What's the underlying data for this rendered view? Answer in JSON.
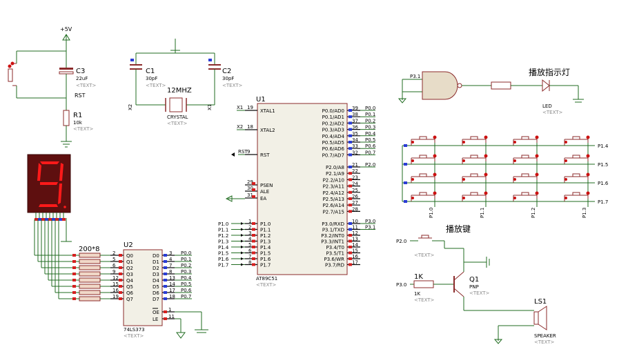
{
  "power": {
    "vcc": "+5V"
  },
  "text_placeholder": "<TEXT>",
  "caps": {
    "c3": {
      "ref": "C3",
      "val": "22uF"
    },
    "c1": {
      "ref": "C1",
      "val": "30pF"
    },
    "c2": {
      "ref": "C2",
      "val": "30pF"
    }
  },
  "r1": {
    "ref": "R1",
    "val": "10k"
  },
  "rst_net": "RST",
  "crystal": {
    "freq": "12MHZ",
    "type": "CRYSTAL",
    "x1": "X1",
    "x2": "X2"
  },
  "mcu": {
    "ref": "U1",
    "part": "AT89C51",
    "left_top": [
      {
        "num": "19",
        "name": "XTAL1",
        "net": "X1"
      },
      {
        "num": "18",
        "name": "XTAL2",
        "net": "X2"
      },
      {
        "num": "9",
        "name": "RST",
        "net": "RST"
      },
      {
        "num": "29",
        "name": "PSEN"
      },
      {
        "num": "30",
        "name": "ALE"
      },
      {
        "num": "31",
        "name": "EA"
      }
    ],
    "p1": [
      {
        "num": "1",
        "name": "P1.0",
        "net": "P1.0"
      },
      {
        "num": "2",
        "name": "P1.1",
        "net": "P1.1"
      },
      {
        "num": "3",
        "name": "P1.2",
        "net": "P1.2"
      },
      {
        "num": "4",
        "name": "P1.3",
        "net": "P1.3"
      },
      {
        "num": "5",
        "name": "P1.4",
        "net": "P1.4"
      },
      {
        "num": "6",
        "name": "P1.5",
        "net": "P1.5"
      },
      {
        "num": "7",
        "name": "P1.6",
        "net": "P1.6"
      },
      {
        "num": "8",
        "name": "P1.7",
        "net": "P1.7"
      }
    ],
    "p0": [
      {
        "num": "39",
        "name": "P0.0/AD0",
        "net": "P0.0"
      },
      {
        "num": "38",
        "name": "P0.1/AD1",
        "net": "P0.1"
      },
      {
        "num": "37",
        "name": "P0.2/AD2",
        "net": "P0.2"
      },
      {
        "num": "36",
        "name": "P0.3/AD3",
        "net": "P0.3"
      },
      {
        "num": "35",
        "name": "P0.4/AD4",
        "net": "P0.4"
      },
      {
        "num": "34",
        "name": "P0.5/AD5",
        "net": "P0.5"
      },
      {
        "num": "33",
        "name": "P0.6/AD6",
        "net": "P0.6"
      },
      {
        "num": "32",
        "name": "P0.7/AD7",
        "net": "P0.7"
      }
    ],
    "p2": [
      {
        "num": "21",
        "name": "P2.0/A8",
        "net": "P2.0"
      },
      {
        "num": "22",
        "name": "P2.1/A9"
      },
      {
        "num": "23",
        "name": "P2.2/A10"
      },
      {
        "num": "24",
        "name": "P2.3/A11"
      },
      {
        "num": "25",
        "name": "P2.4/A12"
      },
      {
        "num": "26",
        "name": "P2.5/A13"
      },
      {
        "num": "27",
        "name": "P2.6/A14"
      },
      {
        "num": "28",
        "name": "P2.7/A15"
      }
    ],
    "p3": [
      {
        "num": "10",
        "name": "P3.0/RXD",
        "net": "P3.0"
      },
      {
        "num": "11",
        "name": "P3.1/TXD",
        "net": "P3.1"
      },
      {
        "num": "12",
        "name": "P3.2/INT0"
      },
      {
        "num": "13",
        "name": "P3.3/INT1"
      },
      {
        "num": "14",
        "name": "P3.4/T0"
      },
      {
        "num": "15",
        "name": "P3.5/T1"
      },
      {
        "num": "16",
        "name": "P3.6/WR"
      },
      {
        "num": "17",
        "name": "P3.7/RD"
      }
    ]
  },
  "latch": {
    "ref": "U2",
    "part": "74LS373",
    "inputs": [
      {
        "num": "3",
        "name": "D0",
        "net": "P0.0"
      },
      {
        "num": "4",
        "name": "D1",
        "net": "P0.1"
      },
      {
        "num": "7",
        "name": "D2",
        "net": "P0.2"
      },
      {
        "num": "8",
        "name": "D3",
        "net": "P0.3"
      },
      {
        "num": "13",
        "name": "D4",
        "net": "P0.4"
      },
      {
        "num": "14",
        "name": "D5",
        "net": "P0.5"
      },
      {
        "num": "17",
        "name": "D6",
        "net": "P0.6"
      },
      {
        "num": "18",
        "name": "D7",
        "net": "P0.7"
      }
    ],
    "outputs": [
      {
        "num": "2",
        "name": "Q0"
      },
      {
        "num": "5",
        "name": "Q1"
      },
      {
        "num": "6",
        "name": "Q2"
      },
      {
        "num": "9",
        "name": "Q3"
      },
      {
        "num": "12",
        "name": "Q4"
      },
      {
        "num": "15",
        "name": "Q5"
      },
      {
        "num": "16",
        "name": "Q6"
      },
      {
        "num": "19",
        "name": "Q7"
      }
    ],
    "oe": {
      "num": "1",
      "name": "OE"
    },
    "le": {
      "num": "11",
      "name": "LE"
    }
  },
  "res_array": {
    "label": "200*8"
  },
  "gate": {
    "net": "P3.1"
  },
  "play_led": {
    "title": "播放指示灯",
    "ref": "LED"
  },
  "keypad": {
    "rows": [
      "P1.4",
      "P1.5",
      "P1.6",
      "P1.7"
    ],
    "cols": [
      "P1.0",
      "P1.1",
      "P1.2",
      "P1.3"
    ]
  },
  "play_key": {
    "title": "播放键",
    "net": "P2.0"
  },
  "amp": {
    "net": "P3.0",
    "r_ref": "1K",
    "r_val": "1K",
    "q_ref": "Q1",
    "q_type": "PNP"
  },
  "speaker": {
    "ref": "LS1",
    "type": "SPEAKER"
  }
}
